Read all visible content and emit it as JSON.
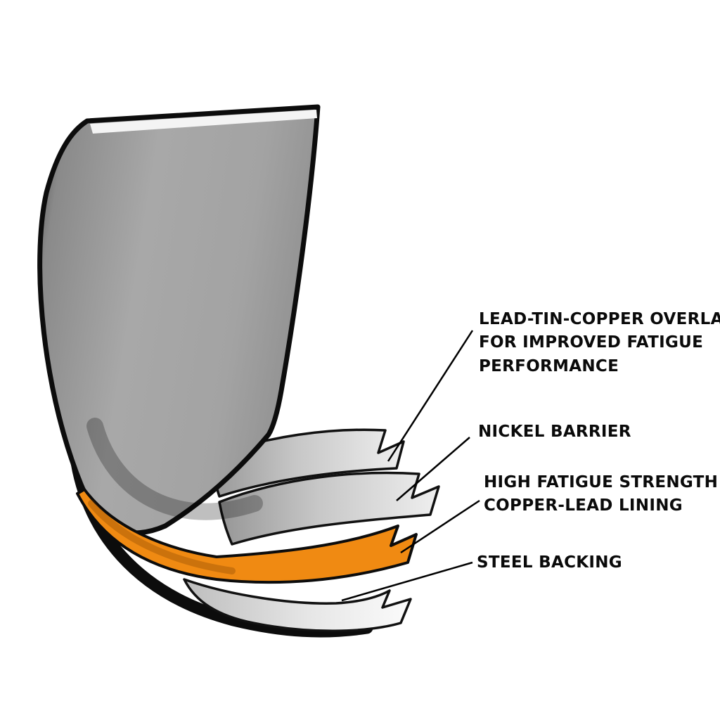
{
  "diagram": {
    "subject": "engine bearing shell layer cutaway"
  },
  "colors": {
    "copper_lead_lining": "#F08A12",
    "shell_gray": "#A4A4A4",
    "steel_backing": "#E8E8E8",
    "outline": "#0C0C0C",
    "text": "#0A0A0A",
    "background": "#FFFFFF"
  },
  "annotations": [
    {
      "target": "lead-tin-copper-overlay",
      "lines": [
        "LEAD-TIN-COPPER OVERLAY",
        "FOR IMPROVED FATIGUE",
        "PERFORMANCE"
      ]
    },
    {
      "target": "nickel-barrier",
      "lines": [
        "NICKEL BARRIER"
      ]
    },
    {
      "target": "copper-lead-lining",
      "lines": [
        "HIGH FATIGUE STRENGTH",
        "COPPER-LEAD LINING"
      ]
    },
    {
      "target": "steel-backing",
      "lines": [
        "STEEL BACKING"
      ]
    }
  ]
}
